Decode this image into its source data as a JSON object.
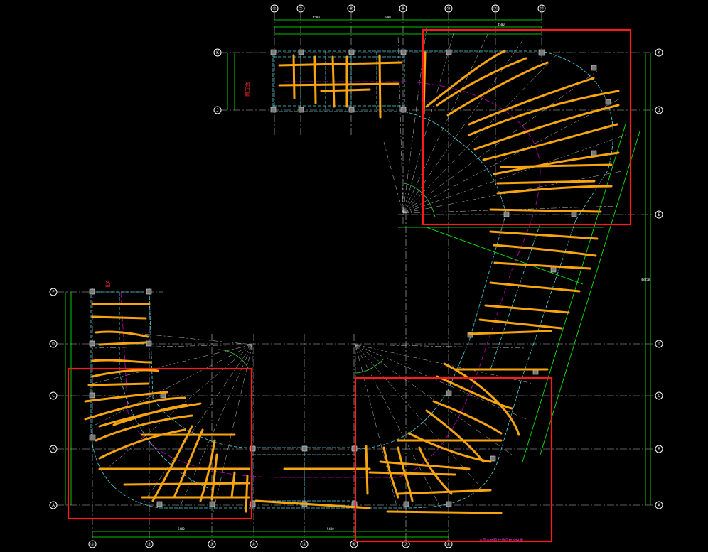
{
  "drawing": {
    "background": "#000000",
    "colors": {
      "axis_line": "#bfbfbf",
      "dimension": "#00ff00",
      "beam": "#4fd8e6",
      "markup_stroke": "#f6a410",
      "highlight_box": "#ff1a1a",
      "centerline": "#c000c0"
    },
    "top_axis_bubbles": [
      "⑥",
      "⑦",
      "⑧",
      "⑨",
      "⑩",
      "⑪",
      "⑫"
    ],
    "bottom_axis_bubbles": [
      "①",
      "②",
      "③",
      "④",
      "⑤",
      "⑥",
      "⑦",
      "⑧"
    ],
    "right_axis_bubbles": [
      "K",
      "J",
      "E",
      "D",
      "C",
      "B",
      "A"
    ],
    "upper_left_axis_bubbles": [
      "K",
      "J"
    ],
    "lower_left_axis_bubbles": [
      "E",
      "D",
      "C",
      "B",
      "A"
    ],
    "red_labels": [
      "南立面",
      "北A"
    ],
    "footer_note": "本层平面图  比例见结构说明",
    "highlight_regions": 3,
    "markup_layer": "orange hand-drawn strokes"
  }
}
